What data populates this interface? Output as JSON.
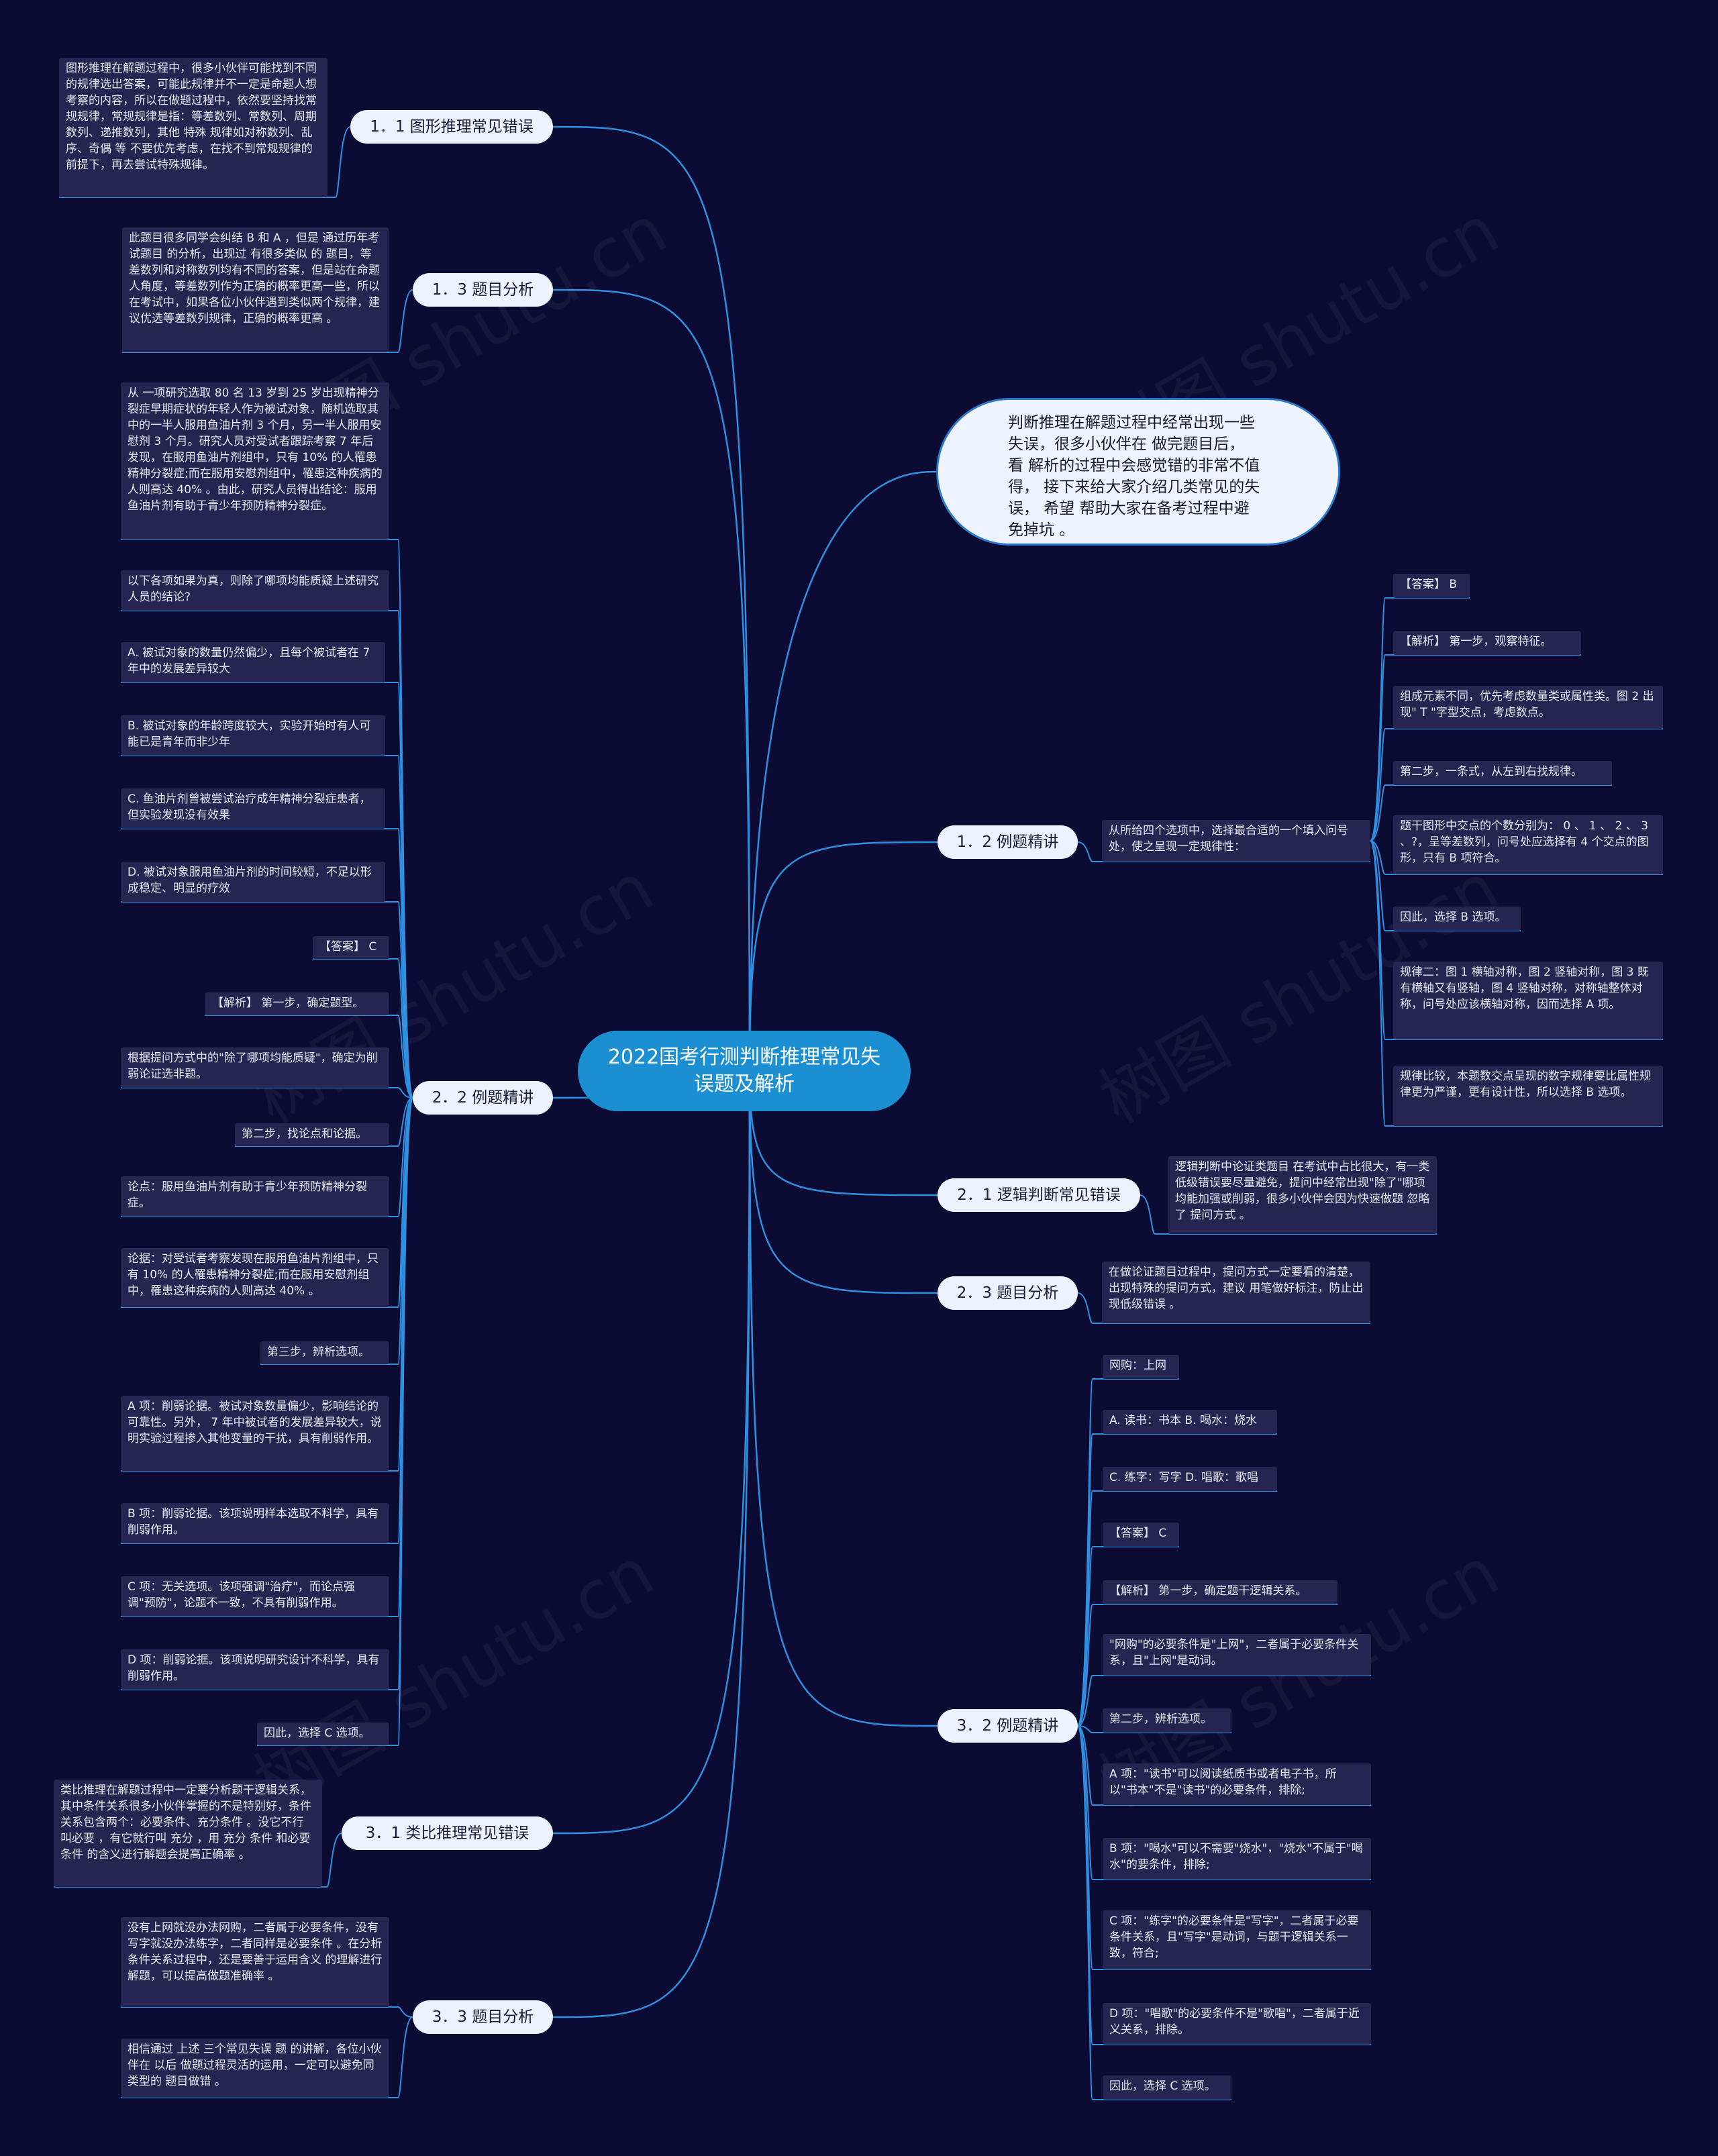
{
  "root": "2022国考行测判断推理常见失误题及解析",
  "intro": "判断推理在解题过程中经常出现一些失误，很多小伙伴在 做完题目后， 看 解析的过程中会感觉错的非常不值得， 接下来给大家介绍几类常见的失误， 希望 帮助大家在备考过程中避免掉坑 。",
  "branches": {
    "b11": {
      "label": "1．1 图形推理常见错误",
      "leaves": [
        "图形推理在解题过程中，很多小伙伴可能找到不同的规律选出答案，可能此规律并不一定是命题人想考察的内容，所以在做题过程中，依然要坚持找常规规律，常规规律是指：等差数列、常数列、周期数列、递推数列，其他 特殊 规律如对称数列、乱序、奇偶 等 不要优先考虑，在找不到常规规律的前提下，再去尝试特殊规律。"
      ]
    },
    "b13": {
      "label": "1．3 题目分析",
      "leaves": [
        "此题目很多同学会纠结 B 和 A ，但是 通过历年考试题目 的分析，出现过 有很多类似 的 题目，等差数列和对称数列均有不同的答案，但是站在命题人角度，等差数列作为正确的概率更高一些，所以在考试中，如果各位小伙伴遇到类似两个规律，建议优选等差数列规律，正确的概率更高 。"
      ]
    },
    "b22": {
      "label": "2．2 例题精讲",
      "leaves": [
        "从 一项研究选取 80 名 13 岁到 25 岁出现精神分裂症早期症状的年轻人作为被试对象，随机选取其中的一半人服用鱼油片剂 3 个月，另一半人服用安慰剂 3 个月。研究人员对受试者跟踪考察 7 年后发现，在服用鱼油片剂组中，只有 10% 的人罹患精神分裂症;而在服用安慰剂组中，罹患这种疾病的人则高达 40% 。由此，研究人员得出结论：服用鱼油片剂有助于青少年预防精神分裂症。",
        "以下各项如果为真，则除了哪项均能质疑上述研究人员的结论?",
        "A. 被试对象的数量仍然偏少，且每个被试者在 7 年中的发展差异较大",
        "B. 被试对象的年龄跨度较大，实验开始时有人可能已是青年而非少年",
        "C. 鱼油片剂曾被尝试治疗成年精神分裂症患者，但实验发现没有效果",
        "D. 被试对象服用鱼油片剂的时间较短，不足以形成稳定、明显的疗效",
        "【答案】 C",
        "【解析】 第一步，确定题型。",
        "根据提问方式中的\"除了哪项均能质疑\"，确定为削弱论证选非题。",
        "第二步，找论点和论据。",
        "论点：服用鱼油片剂有助于青少年预防精神分裂症。",
        "论据：对受试者考察发现在服用鱼油片剂组中，只有 10% 的人罹患精神分裂症;而在服用安慰剂组中，罹患这种疾病的人则高达 40% 。",
        "第三步，辨析选项。",
        "A 项：削弱论据。被试对象数量偏少，影响结论的可靠性。另外， 7 年中被试者的发展差异较大，说明实验过程掺入其他变量的干扰，具有削弱作用。",
        "B 项：削弱论据。该项说明样本选取不科学，具有削弱作用。",
        "C 项：无关选项。该项强调\"治疗\"，而论点强调\"预防\"，论题不一致，不具有削弱作用。",
        "D 项：削弱论据。该项说明研究设计不科学，具有削弱作用。",
        "因此，选择 C 选项。"
      ]
    },
    "b31": {
      "label": "3．1 类比推理常见错误",
      "leaves": [
        "类比推理在解题过程中一定要分析题干逻辑关系，其中条件关系很多小伙伴掌握的不是特别好，条件关系包含两个：必要条件、充分条件 。没它不行 叫必要 ，有它就行叫 充分 ，用 充分 条件 和必要 条件 的含义进行解题会提高正确率 。"
      ]
    },
    "b33": {
      "label": "3．3 题目分析",
      "leaves": [
        "没有上网就没办法网购，二者属于必要条件，没有写字就没办法练字，二者同样是必要条件 。在分析条件关系过程中，还是要善于运用含义 的理解进行解题，可以提高做题准确率 。",
        "相信通过 上述 三个常见失误 题 的讲解，各位小伙伴在 以后 做题过程灵活的运用，一定可以避免同类型的 题目做错 。"
      ]
    },
    "b12": {
      "label": "1．2 例题精讲",
      "question": "从所给四个选项中，选择最合适的一个填入问号处，使之呈现一定规律性：",
      "leaves": [
        "【答案】 B",
        "【解析】 第一步，观察特征。",
        "组成元素不同，优先考虑数量类或属性类。图 2 出现\" T \"字型交点，考虑数点。",
        "第二步，一条式，从左到右找规律。",
        "题干图形中交点的个数分别为： 0 、 1 、 2 、 3 、?，呈等差数列，问号处应选择有 4 个交点的图形，只有 B 项符合。",
        "因此，选择 B 选项。",
        "规律二：图 1 横轴对称，图 2 竖轴对称，图 3 既有横轴又有竖轴，图 4 竖轴对称，对称轴整体对称，问号处应该横轴对称，因而选择 A 项。",
        "规律比较，本题数交点呈现的数字规律要比属性规律更为严谨，更有设计性，所以选择 B 选项。"
      ]
    },
    "b21": {
      "label": "2．1 逻辑判断常见错误",
      "leaves": [
        "逻辑判断中论证类题目 在考试中占比很大，有一类低级错误要尽量避免，提问中经常出现\"除了\"哪项均能加强或削弱，很多小伙伴会因为快速做题 忽略了 提问方式 。"
      ]
    },
    "b23": {
      "label": "2．3 题目分析",
      "leaves": [
        "在做论证题目过程中，提问方式一定要看的清楚，出现特殊的提问方式，建议 用笔做好标注，防止出现低级错误 。"
      ]
    },
    "b32": {
      "label": "3．2 例题精讲",
      "leaves": [
        "网购：上网",
        "A. 读书：书本 B. 喝水：烧水",
        "C. 练字：写字 D. 唱歌：歌唱",
        "【答案】 C",
        "【解析】 第一步，确定题干逻辑关系。",
        "\"网购\"的必要条件是\"上网\"，二者属于必要条件关系，且\"上网\"是动词。",
        "第二步，辨析选项。",
        "A 项：\"读书\"可以阅读纸质书或者电子书，所以\"书本\"不是\"读书\"的必要条件，排除;",
        "B 项：\"喝水\"可以不需要\"烧水\"，\"烧水\"不属于\"喝水\"的要条件，排除;",
        "C 项：\"练字\"的必要条件是\"写字\"，二者属于必要条件关系，且\"写字\"是动词，与题干逻辑关系一致，符合;",
        "D 项：\"唱歌\"的必要条件不是\"歌唱\"，二者属于近义关系，排除。",
        "因此，选择 C 选项。"
      ]
    }
  },
  "watermark": "树图 shutu.cn",
  "colors": {
    "background": "#0c0b33",
    "line": "#2f8fe0",
    "root": "#1b8fd2",
    "leaf": "#262552"
  }
}
